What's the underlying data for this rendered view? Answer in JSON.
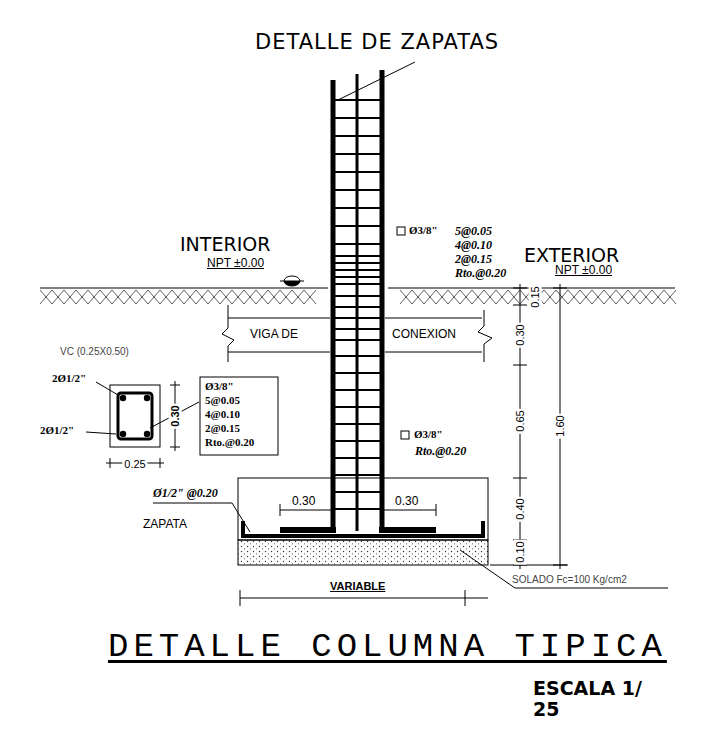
{
  "diagram": {
    "title": "DETALLE DE ZAPATAS",
    "caption": "DETALLE COLUMNA TIPICA",
    "labels": [
      "INTERIOR",
      "NPT ±0.00",
      "EXTERIOR",
      "NPT ±0.00",
      "VIGA DE",
      "CONEXION",
      "VC (0.25X0.50)",
      "2Ø1/2\"",
      "2Ø1/2\"",
      "0.30",
      "0.25",
      "Ø3/8\"",
      "5@0.05",
      "4@0.10",
      "2@0.15",
      "Rto.@0.20",
      "Ø3/8\"",
      "5@0.05",
      "4@0.10",
      "2@0.15",
      "Rto.@0.20",
      "Ø3/8\"",
      "Rto.@0.20",
      "Ø1/2\" @0.20",
      "ZAPATA",
      "0.30",
      "0.30",
      "VARIABLE",
      "SOLADO Fc=100 Kg/cm2",
      "0.15",
      "0.30",
      "0.65",
      "0.40",
      "0.10",
      "1.60",
      "ESCALA 1/ 25"
    ]
  }
}
